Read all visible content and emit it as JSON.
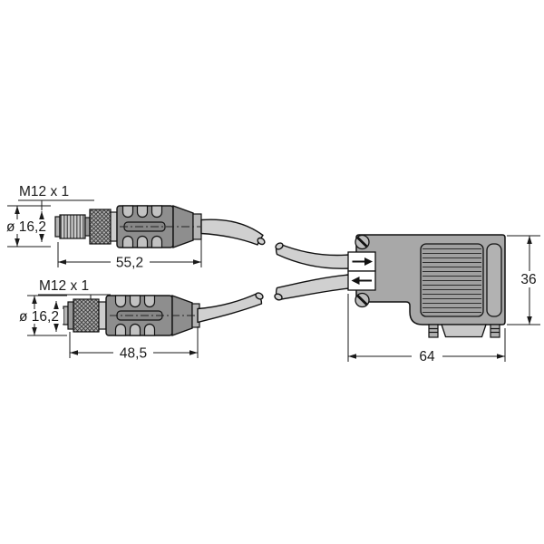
{
  "diagram": {
    "type": "technical-dimension-drawing",
    "subject": "Y-splitter cable with two M12 connectors and a D-sub hood connector",
    "connector_top": {
      "kind": "M12 male connector, side view",
      "thread_label": "M12 x 1",
      "diameter_label": "ø 16,2",
      "length_label": "55,2"
    },
    "connector_bottom": {
      "kind": "M12 female connector, side view",
      "thread_label": "M12 x 1",
      "diameter_label": "ø 16,2",
      "length_label": "48,5"
    },
    "housing": {
      "kind": "D-sub hood, side view",
      "height_label": "36",
      "width_label": "64"
    },
    "icons": {
      "cable_in": "arrow-right",
      "cable_out": "arrow-left",
      "screw": "slotted-screw"
    },
    "colors": {
      "background": "#ffffff",
      "outline": "#111111",
      "connector_body": "#8e8e8e",
      "connector_light_parts": "#cbcbcb",
      "cable": "#d0d0d0",
      "housing_body": "#a8a8a8",
      "housing_pill": "#b2b2b2",
      "entry_box": "#ffffff",
      "dsub_flange": "#c9c9c9",
      "dimension_ink": "#1a1a1a"
    }
  }
}
